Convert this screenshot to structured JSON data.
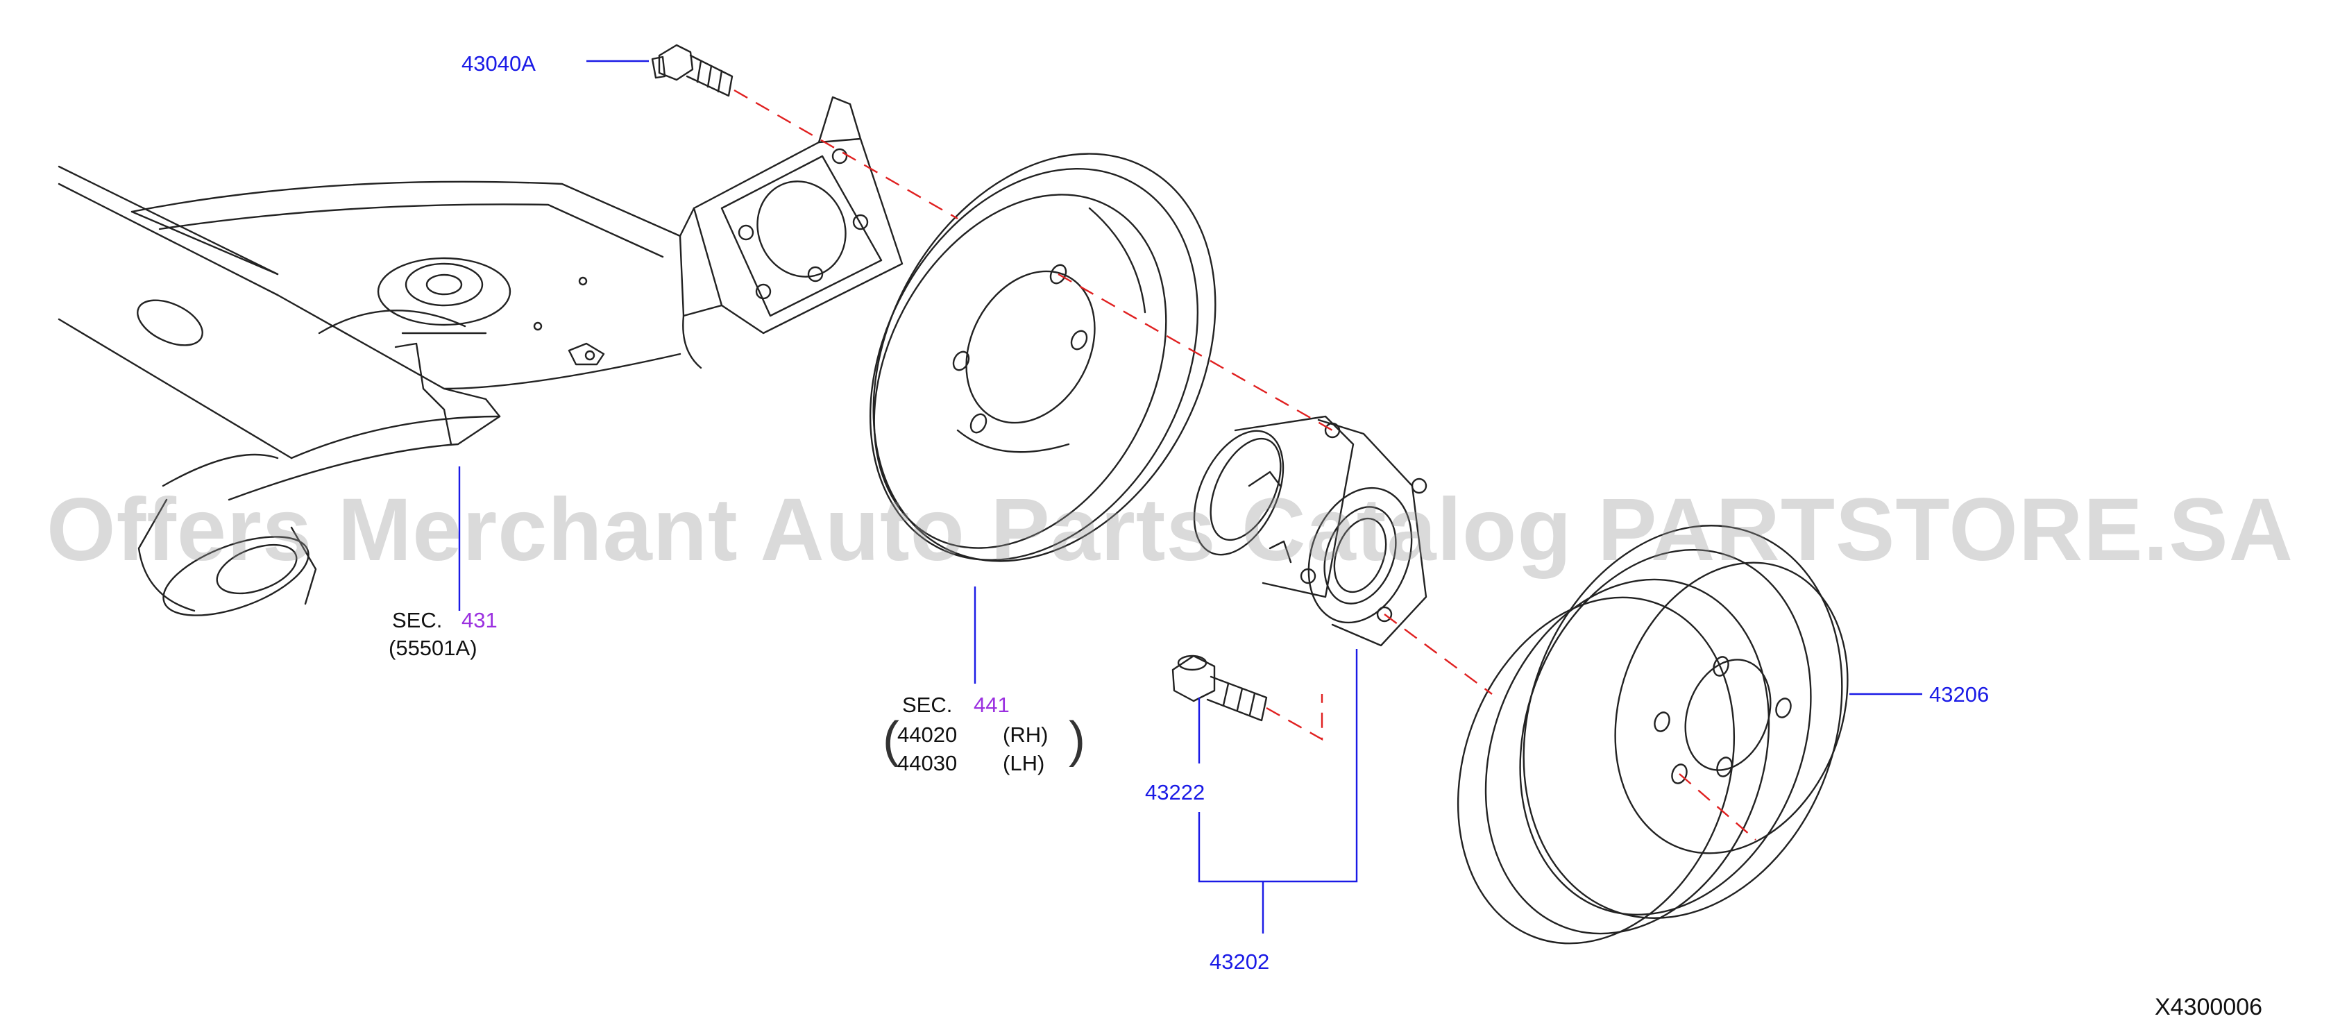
{
  "watermark": "Offers Merchant Auto Parts Catalog PARTSTORE.SA",
  "diagram_id": "X4300006",
  "colors": {
    "part_number": "#1a1ae6",
    "section": "#9b30e0",
    "text": "#111111",
    "centerline": "#e02020"
  },
  "parts": {
    "bolt": "43040A",
    "drum": "43206",
    "hub_bolt": "43222",
    "hub_assembly": "43202"
  },
  "sec431": {
    "prefix": "SEC.",
    "number": "431",
    "sub": "(55501A)"
  },
  "sec441": {
    "prefix": "SEC.",
    "number": "441",
    "rows": [
      {
        "code": "44020",
        "side": "(RH)"
      },
      {
        "code": "44030",
        "side": "(LH)"
      }
    ]
  }
}
